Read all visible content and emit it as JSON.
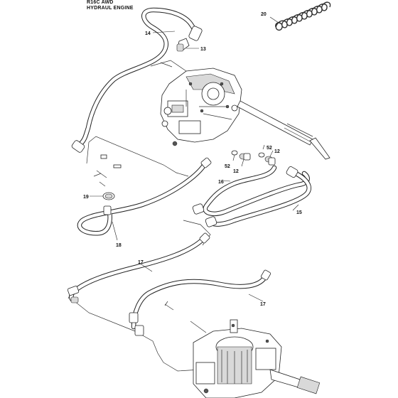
{
  "header": {
    "model": "R16C AWD",
    "section": "HYDRAUL ENGINE"
  },
  "callouts": {
    "c14": "14",
    "c13": "13",
    "c20": "20",
    "c52a": "52",
    "c12a": "12",
    "c52b": "52",
    "c12b": "12",
    "c16": "16",
    "c15": "15",
    "c19": "19",
    "c18": "18",
    "c17a": "17",
    "c17b": "17"
  }
}
